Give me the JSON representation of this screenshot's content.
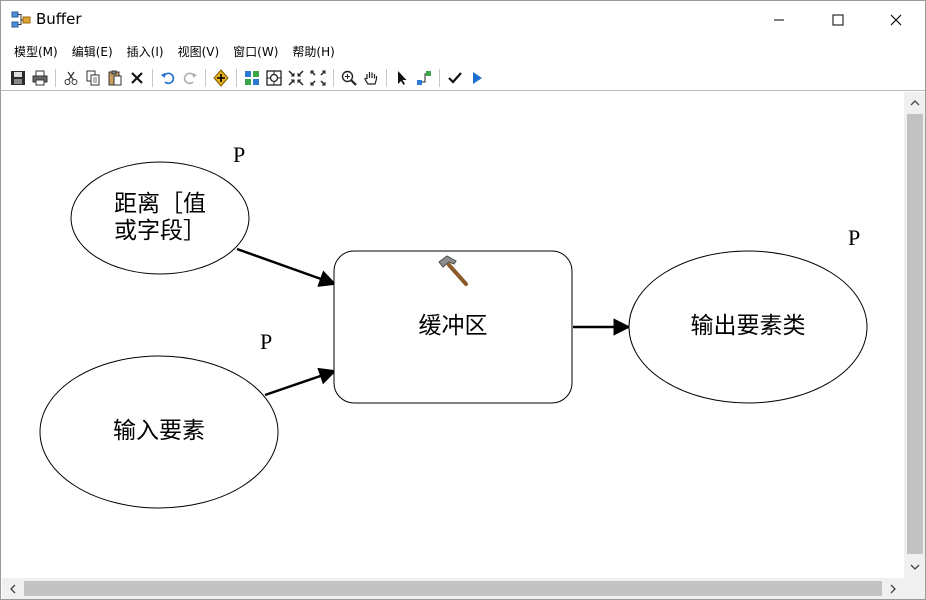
{
  "window": {
    "title": "Buffer"
  },
  "menu": {
    "items": [
      {
        "label": "模型(M)"
      },
      {
        "label": "编辑(E)"
      },
      {
        "label": "插入(I)"
      },
      {
        "label": "视图(V)"
      },
      {
        "label": "窗口(W)"
      },
      {
        "label": "帮助(H)"
      }
    ]
  },
  "toolbar": {
    "groups": [
      [
        "save-icon",
        "print-icon"
      ],
      [
        "cut-icon",
        "copy-icon",
        "paste-icon",
        "delete-icon"
      ],
      [
        "undo-icon",
        "redo-icon"
      ],
      [
        "add-data-icon"
      ],
      [
        "auto-layout-icon",
        "full-extent-icon",
        "zoom-in-fixed-icon",
        "zoom-out-fixed-icon"
      ],
      [
        "zoom-icon",
        "pan-icon"
      ],
      [
        "select-icon",
        "connect-icon"
      ],
      [
        "validate-icon",
        "run-icon"
      ]
    ]
  },
  "diagram": {
    "nodes": {
      "distance": {
        "label_line1": "距离［值",
        "label_line2": "或字段］",
        "parameter_mark": "P"
      },
      "input": {
        "label": "输入要素",
        "parameter_mark": "P"
      },
      "tool": {
        "label": "缓冲区"
      },
      "output": {
        "label": "输出要素类",
        "parameter_mark": "P"
      }
    }
  },
  "colors": {
    "accent_blue": "#1e6fd0",
    "stroke": "#000000",
    "scroll_thumb": "#c2c2c2"
  }
}
